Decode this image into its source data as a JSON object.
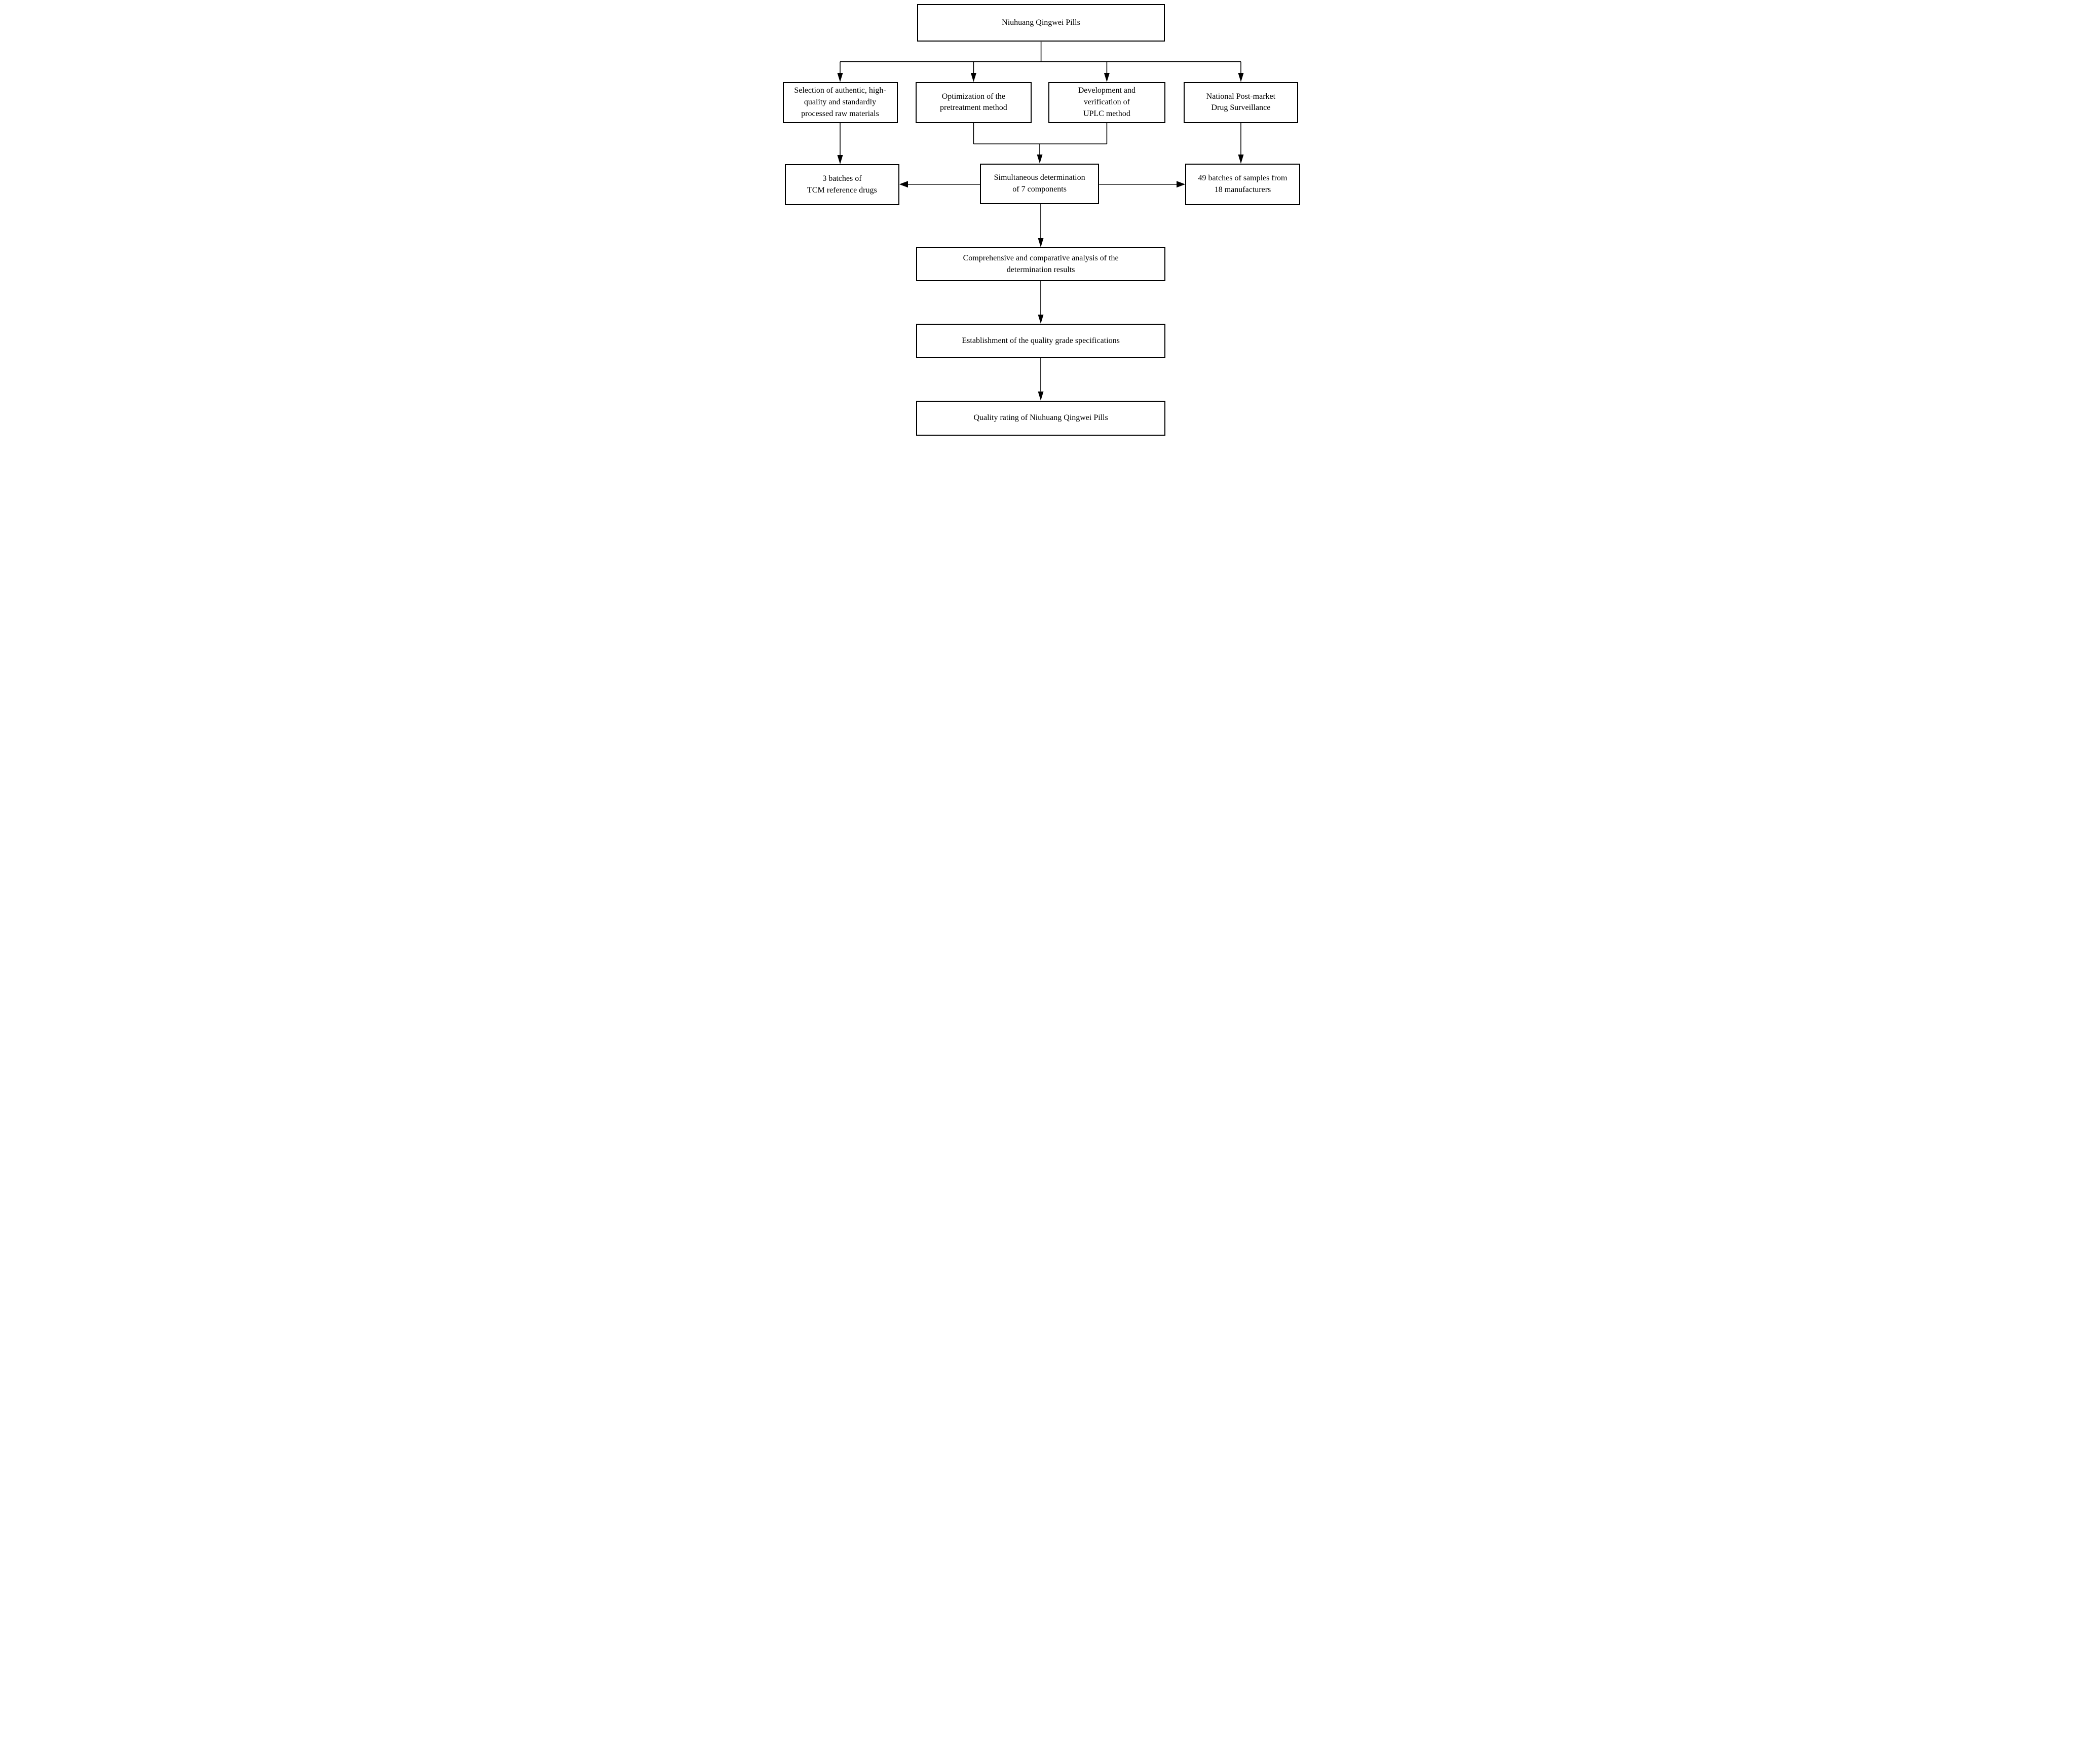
{
  "figure": {
    "type": "flowchart",
    "background": "#ffffff",
    "ink": "#000000"
  },
  "nodes": {
    "title": "Niuhuang Qingwei Pills",
    "selection": [
      "Selection of authentic, high-",
      "quality and standardly",
      "processed raw materials"
    ],
    "optimization": [
      "Optimization of the",
      "pretreatment method"
    ],
    "development": [
      "Development and",
      "verification of",
      "UPLC method"
    ],
    "surveillance": [
      "National Post-market",
      "Drug Surveillance"
    ],
    "tcm_reference": [
      "3 batches of",
      "TCM reference drugs"
    ],
    "simultaneous": [
      "Simultaneous determination",
      "of 7 components"
    ],
    "samples": [
      "49 batches of samples from",
      "18 manufacturers"
    ],
    "comprehensive": [
      "Comprehensive and comparative analysis of the",
      "determination results"
    ],
    "establishment": "Establishment of the quality grade specifications",
    "quality_rating": "Quality rating of Niuhuang Qingwei Pills"
  }
}
